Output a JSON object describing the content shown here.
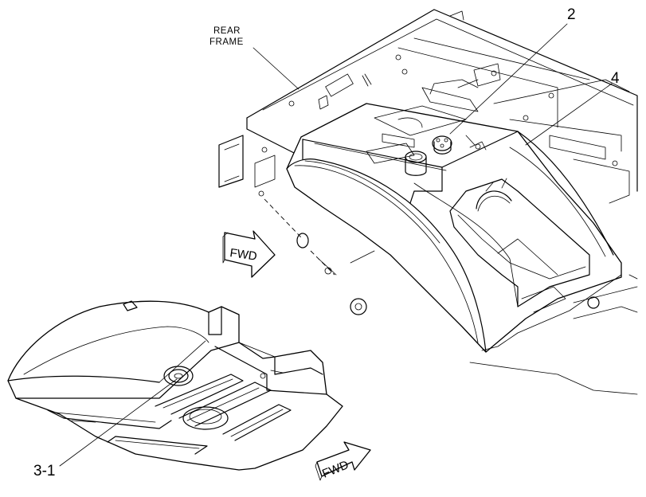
{
  "labels": {
    "rear_frame_line1": "REAR",
    "rear_frame_line2": "FRAME",
    "callout_2": "2",
    "callout_4": "4",
    "callout_3_1": "3-1"
  },
  "arrows": {
    "upper_fwd": "FWD",
    "lower_fwd": "FWD"
  },
  "colors": {
    "line": "#000000",
    "background": "#ffffff"
  }
}
